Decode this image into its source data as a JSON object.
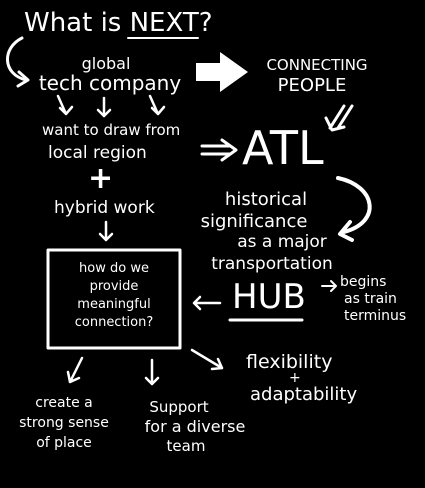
{
  "title": "What is NEXT?",
  "global_tech_company": [
    "global",
    "tech company"
  ],
  "connecting_people": [
    "CONNECTING",
    "PEOPLE"
  ],
  "draw_local": [
    "want to draw from",
    "local region"
  ],
  "plus_sign": "+",
  "hybrid_work": "hybrid work",
  "atl": "ATL",
  "historical": [
    "historical",
    "significance",
    "as a major",
    "transportation"
  ],
  "hub": "HUB",
  "begins": [
    "begins",
    "as train",
    "terminus"
  ],
  "question": [
    "how do we",
    "provide",
    "meaningful",
    "connection?"
  ],
  "flexibility": "flexibility",
  "flex_plus": "+",
  "adaptability": "adaptability",
  "place": [
    "create a",
    "strong sense",
    "of place"
  ],
  "support": [
    "Support",
    "for a diverse",
    "team"
  ],
  "colors": {
    "background": "#000000",
    "chalk": "#ffffff"
  }
}
